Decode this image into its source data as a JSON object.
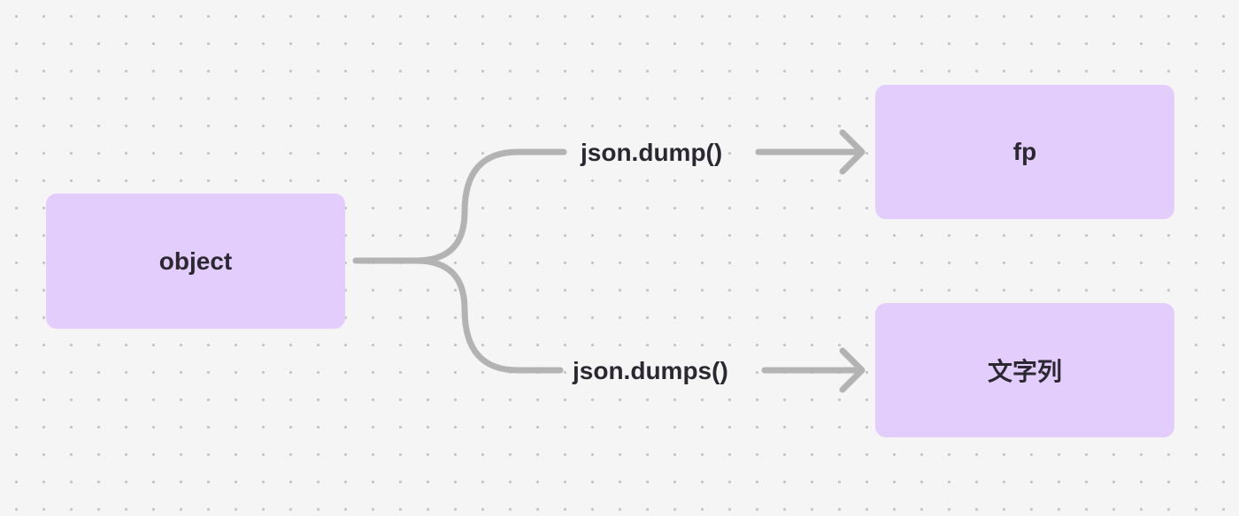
{
  "diagram": {
    "nodes": {
      "source": {
        "label": "object"
      },
      "fp": {
        "label": "fp"
      },
      "string": {
        "label": "文字列"
      }
    },
    "edges": {
      "dump": {
        "label": "json.dump()",
        "from": "source",
        "to": "fp"
      },
      "dumps": {
        "label": "json.dumps()",
        "from": "source",
        "to": "string"
      }
    },
    "colors": {
      "background": "#f5f5f5",
      "grid_dot": "#c6c6c6",
      "node_fill": "#e3cdfc",
      "connector": "#b3b3b3",
      "text": "#2c2832"
    }
  }
}
